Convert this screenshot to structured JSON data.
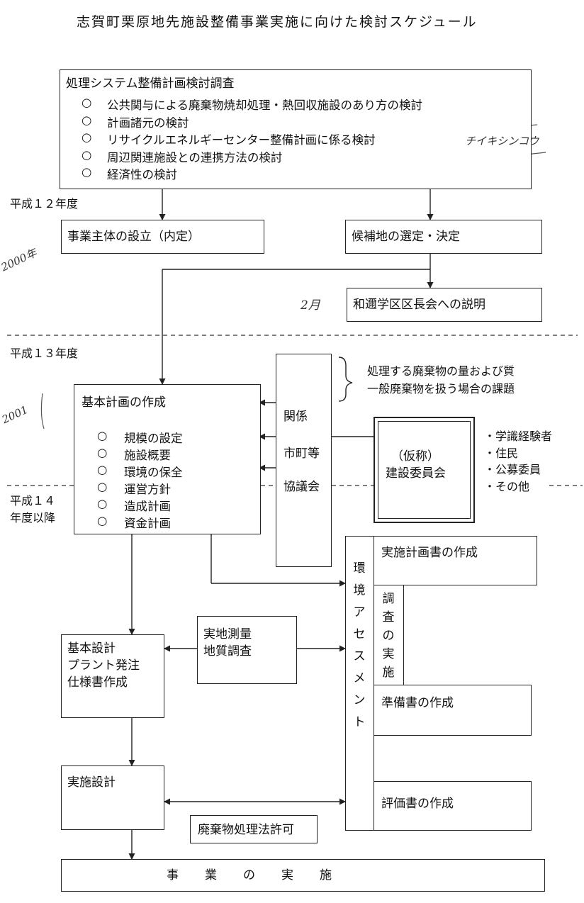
{
  "title": "志賀町栗原地先施設整備事業実施に向けた検討スケジュール",
  "years": {
    "h12": "平成１２年度",
    "h13": "平成１３年度",
    "h14_line1": "平成１４",
    "h14_line2": "年度以降"
  },
  "survey_box": {
    "title": "処理システム整備計画検討調査",
    "bullet": "○",
    "items": [
      "公共関与による廃棄物焼却処理・熱回収施設のあり方の検討",
      "計画諸元の検討",
      "リサイクルエネルギーセンター整備計画に係る検討",
      "周辺関連施設との連携方法の検討",
      "経済性の検討"
    ]
  },
  "entity_box": "事業主体の設立（内定）",
  "site_box": "候補地の選定・決定",
  "explain_box": "和邇学区区長会への説明",
  "basic_plan": {
    "title": "基本計画の作成",
    "bullet": "○",
    "items": [
      "規模の設定",
      "施設概要",
      "環境の保全",
      "運営方針",
      "造成計画",
      "資金計画"
    ]
  },
  "council": {
    "line1": "関係",
    "line2": "市町等",
    "line3": "協議会"
  },
  "brace_note": {
    "line1": "処理する廃棄物の量および質",
    "line2": "一般廃棄物を扱う場合の課題"
  },
  "committee": {
    "line1": "（仮称）",
    "line2": "建設委員会"
  },
  "committee_members": [
    "・学識経験者",
    "・住民",
    "・公募委員",
    "・その他"
  ],
  "assessment": {
    "vertical": "環境アセスメント",
    "plan": "実施計画書の作成",
    "survey_vertical": "調査の実施",
    "prep": "準備書の作成",
    "eval": "評価書の作成"
  },
  "survey_field": {
    "line1": "実地測量",
    "line2": "地質調査"
  },
  "basic_design": {
    "line1": "基本設計",
    "line2": "プラント発注",
    "line3": "仕様書作成"
  },
  "detail_design": "実施設計",
  "permit": "廃棄物処理法許可",
  "implementation": "事　　業　　の　　実　　施",
  "handwriting": {
    "note_top": "チイキシンコウ",
    "year_2000": "2000年",
    "feb": "2月",
    "year_2001": "2001"
  }
}
